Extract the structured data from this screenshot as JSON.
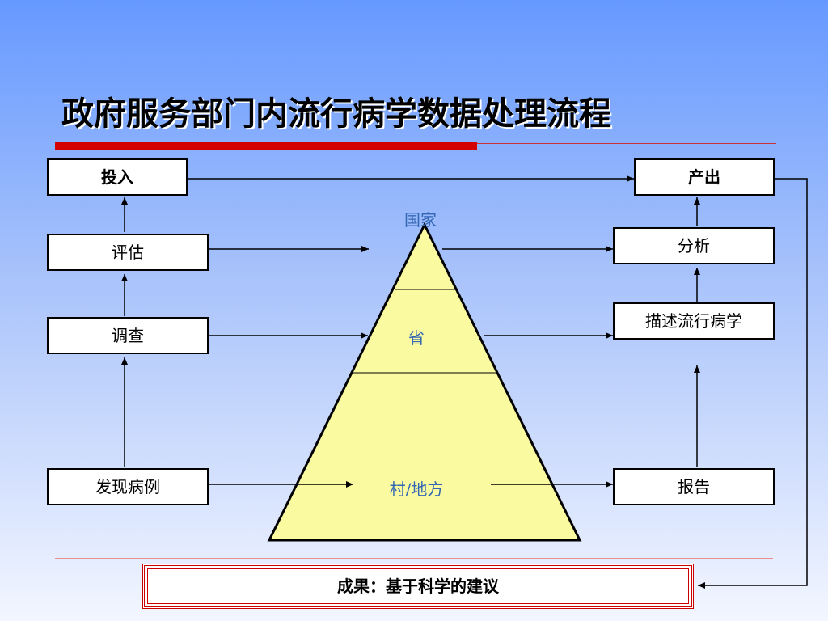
{
  "title": "政府服务部门内流行病学数据处理流程",
  "left_column": {
    "input": "投入",
    "evaluate": "评估",
    "survey": "调查",
    "find_cases": "发现病例"
  },
  "right_column": {
    "output": "产出",
    "analysis": "分析",
    "describe_epidemiology": "描述流行病学",
    "report": "报告"
  },
  "pyramid": {
    "top": "国家",
    "middle": "省",
    "bottom": "村/地方"
  },
  "result": "成果：基于科学的建议",
  "colors": {
    "accent_red": "#d40000",
    "pyramid_fill": "#fafaa0",
    "pyramid_label": "#3366b3"
  }
}
